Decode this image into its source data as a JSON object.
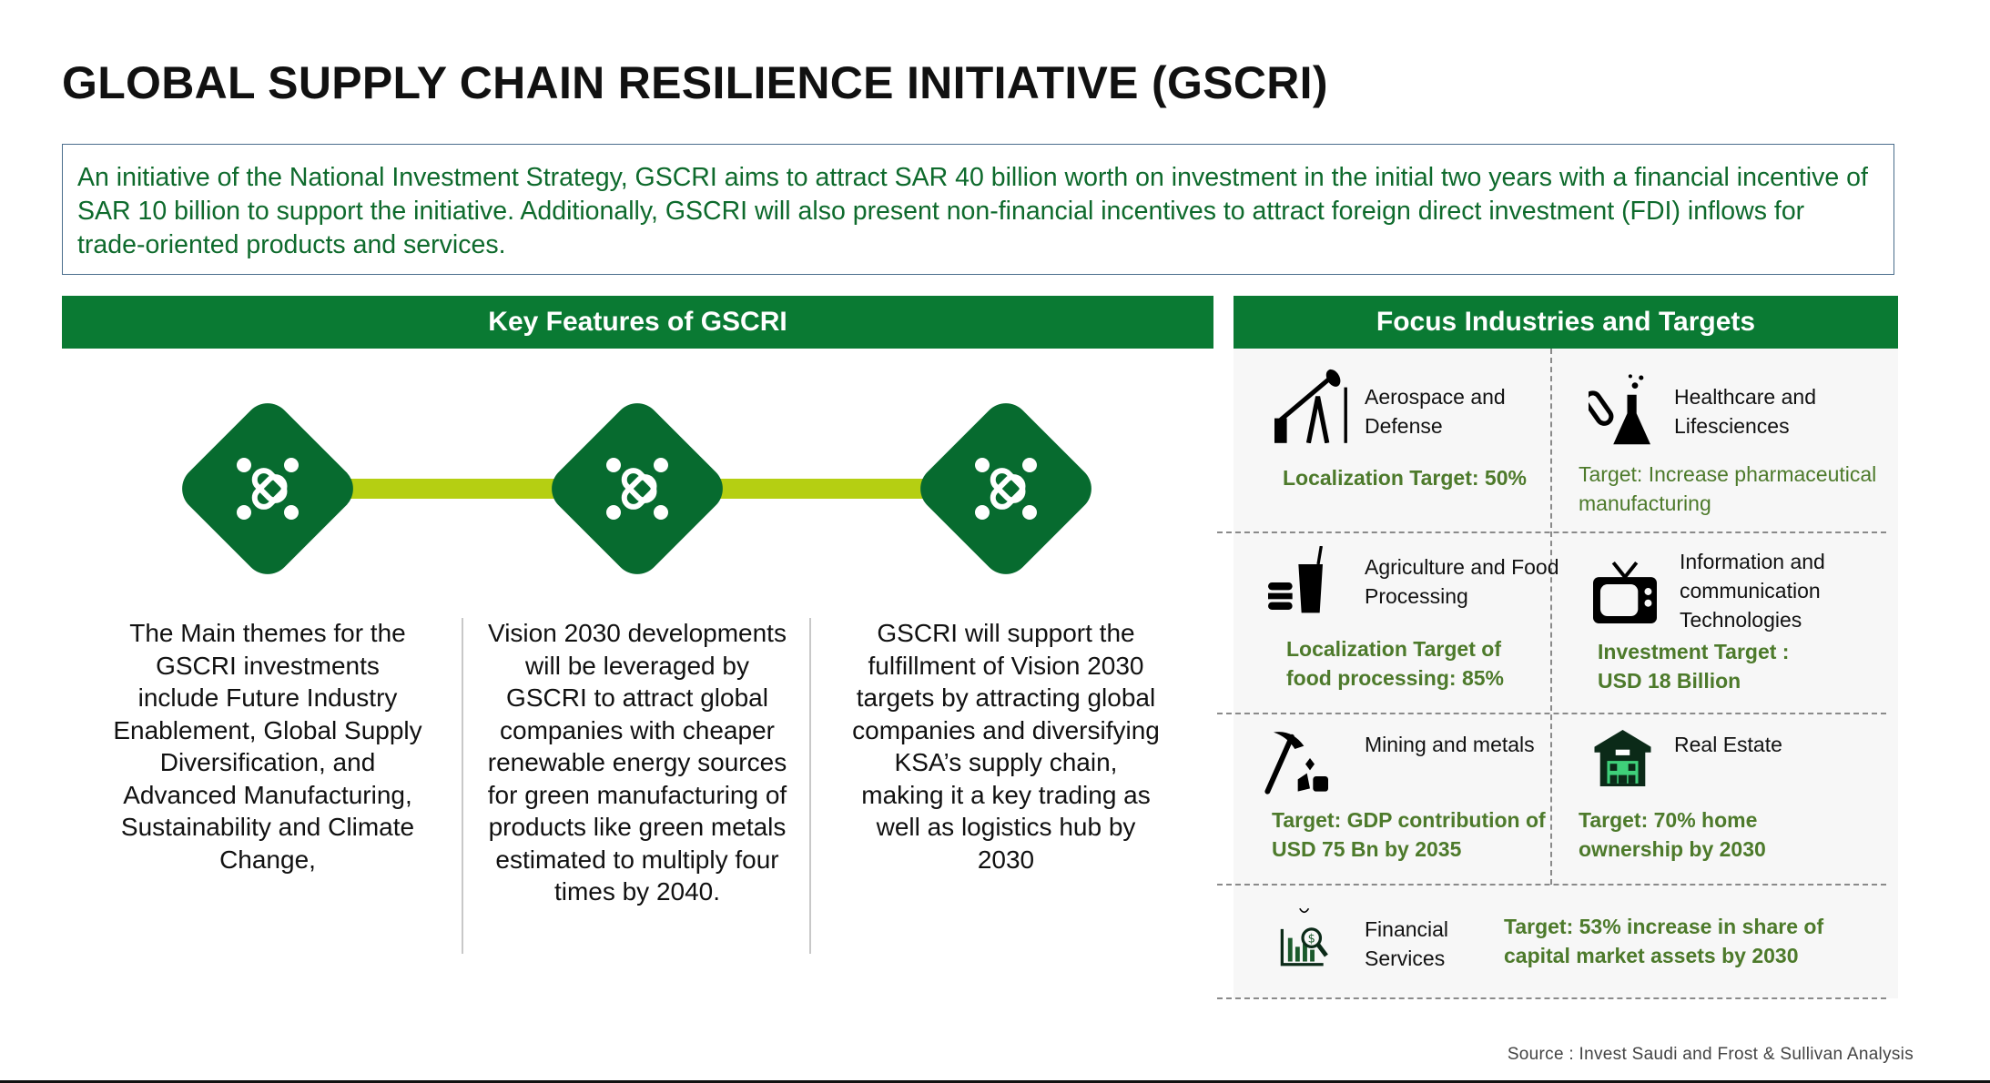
{
  "title": "GLOBAL SUPPLY CHAIN RESILIENCE INITIATIVE (GSCRI)",
  "intro": "An initiative of the National Investment Strategy, GSCRI aims to attract SAR 40 billion worth on investment in the initial two years with a financial incentive of SAR 10 billion to support the initiative. Additionally, GSCRI will also present non-financial incentives to attract foreign direct investment (FDI) inflows for trade-oriented products and services.",
  "key_features": {
    "heading": "Key Features of GSCRI",
    "icon": "collaboration-icon",
    "items": [
      "The Main themes for the GSCRI investments include Future Industry Enablement, Global Supply Diversification, and Advanced Manufacturing, Sustainability and Climate Change,",
      "Vision 2030 developments will be leveraged by GSCRI to attract global companies with cheaper renewable energy sources for green manufacturing of products like green metals estimated to multiply four times by 2040.",
      "GSCRI will support the fulfillment of Vision 2030 targets by attracting global companies and diversifying KSA’s supply chain, making it a key trading as well as logistics hub by 2030"
    ]
  },
  "focus": {
    "heading": "Focus Industries and Targets",
    "industries": [
      {
        "name": "Aerospace and Defense",
        "target": "Localization Target: 50%",
        "icon": "oil-pump-icon"
      },
      {
        "name": "Healthcare and Lifesciences",
        "target": "Target: Increase pharmaceutical manufacturing",
        "icon": "flask-pill-icon"
      },
      {
        "name": "Agriculture and Food Processing",
        "target": "Localization Target of food processing: 85%",
        "icon": "food-drink-icon"
      },
      {
        "name": "Information and communication Technologies",
        "target": "Investment Target : USD 18 Billion",
        "icon": "tv-icon"
      },
      {
        "name": "Mining and metals",
        "target": "Target:  GDP contribution of USD 75 Bn by 2035",
        "icon": "pickaxe-icon"
      },
      {
        "name": "Real Estate",
        "target": "Target:  70% home ownership by 2030",
        "icon": "building-icon"
      },
      {
        "name": "Financial Services",
        "target": "Target:  53% increase in share of capital market assets by 2030",
        "icon": "finance-chart-icon"
      }
    ]
  },
  "source": "Source : Invest Saudi and Frost & Sullivan  Analysis",
  "colors": {
    "green": "#0a7a33",
    "lime": "#b5cf12",
    "target_text": "#4d7a2b"
  }
}
